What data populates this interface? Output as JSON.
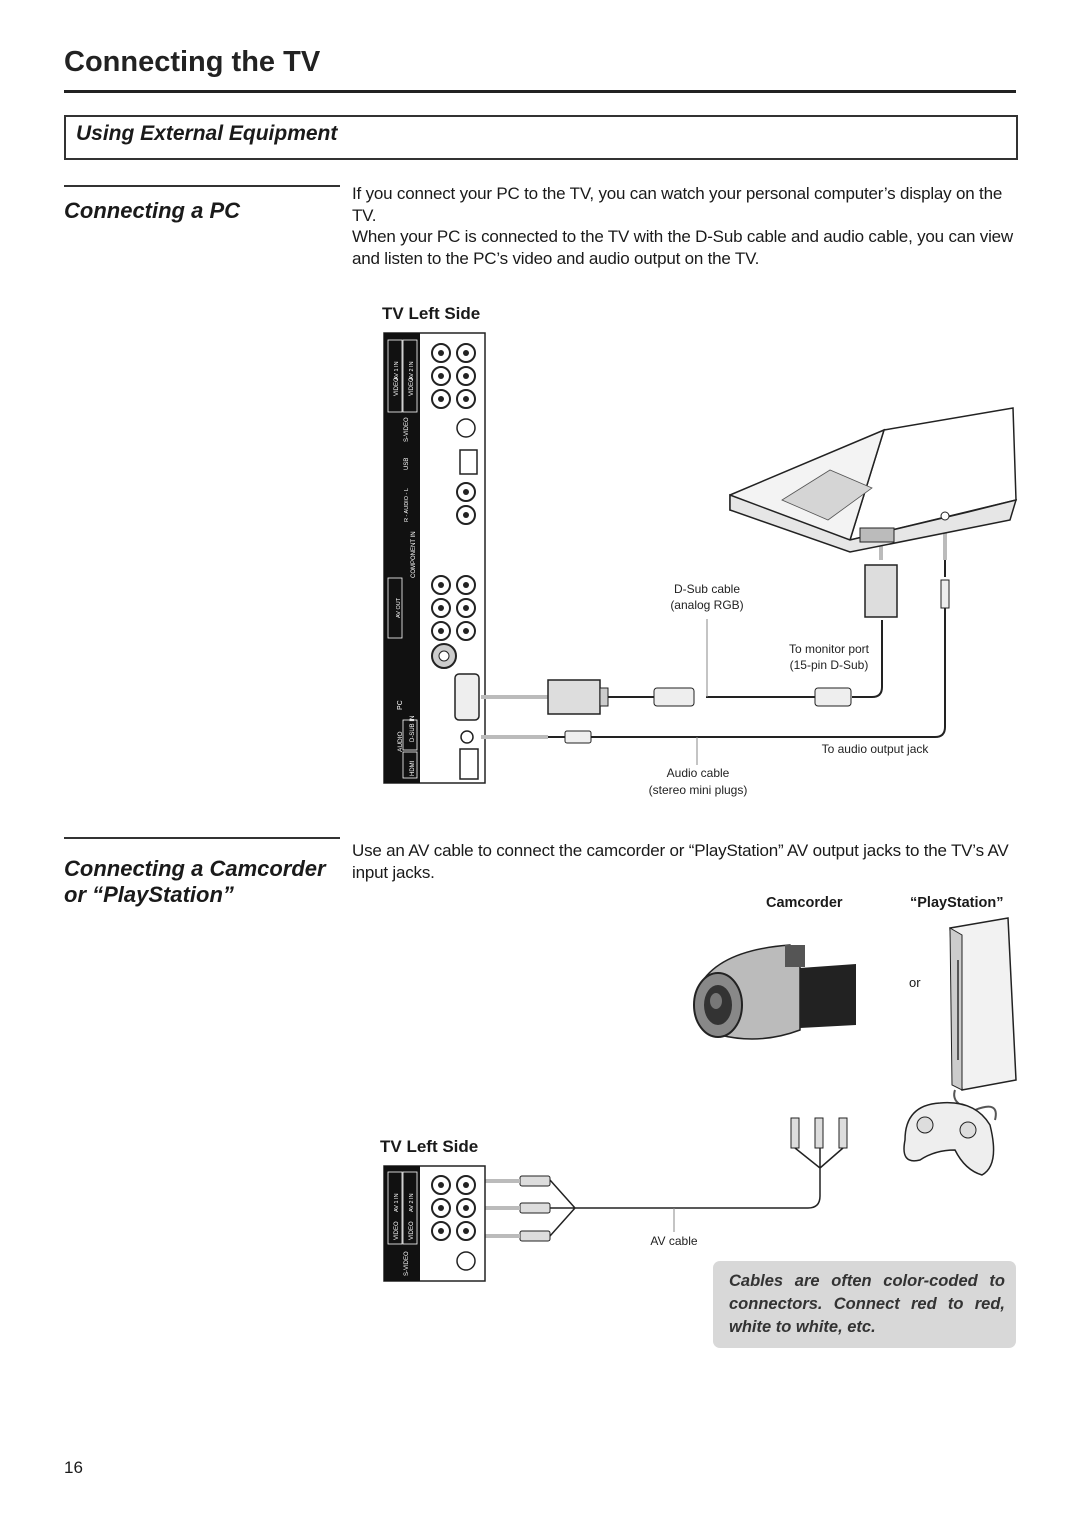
{
  "header": {
    "title": "Connecting the TV"
  },
  "section": {
    "title": "Using External Equipment"
  },
  "pc": {
    "heading": "Connecting a PC",
    "para1": "If you connect your PC to the TV, you can watch your personal computer’s display on the TV.",
    "para2": "When your PC is connected to the TV with the D-Sub cable and audio cable, you can view and listen to the PC’s video and audio output on the TV.",
    "tv_label": "TV Left Side",
    "labels": {
      "dsub_cable_1": "D-Sub cable",
      "dsub_cable_2": "(analog RGB)",
      "monitor_port_1": "To monitor port",
      "monitor_port_2": "(15-pin D-Sub)",
      "audio_output": "To audio output jack",
      "audio_cable_1": "Audio cable",
      "audio_cable_2": "(stereo mini plugs)"
    },
    "panel_labels": [
      "AV 1 IN",
      "AV 2 IN",
      "S-VIDEO",
      "USB",
      "COMPONENT IN",
      "AV OUT",
      "PC",
      "D-SUB IN",
      "AUDIO",
      "HDMI"
    ]
  },
  "camcorder": {
    "heading_line1": "Connecting a Camcorder",
    "heading_line2": "or “PlayStation”",
    "para": "Use an AV cable to connect the camcorder or “PlayStation” AV output jacks to the TV’s AV input jacks.",
    "camcorder_label": "Camcorder",
    "playstation_label": "“PlayStation”",
    "or_label": "or",
    "tv_label": "TV Left Side",
    "av_cable_label": "AV cable",
    "panel_labels": [
      "AV 1 IN",
      "AV 2 IN",
      "S-VIDEO"
    ]
  },
  "note": {
    "text": "Cables are often color-coded to connectors. Connect red to red, white to white, etc."
  },
  "footer": {
    "page_number": "16"
  }
}
